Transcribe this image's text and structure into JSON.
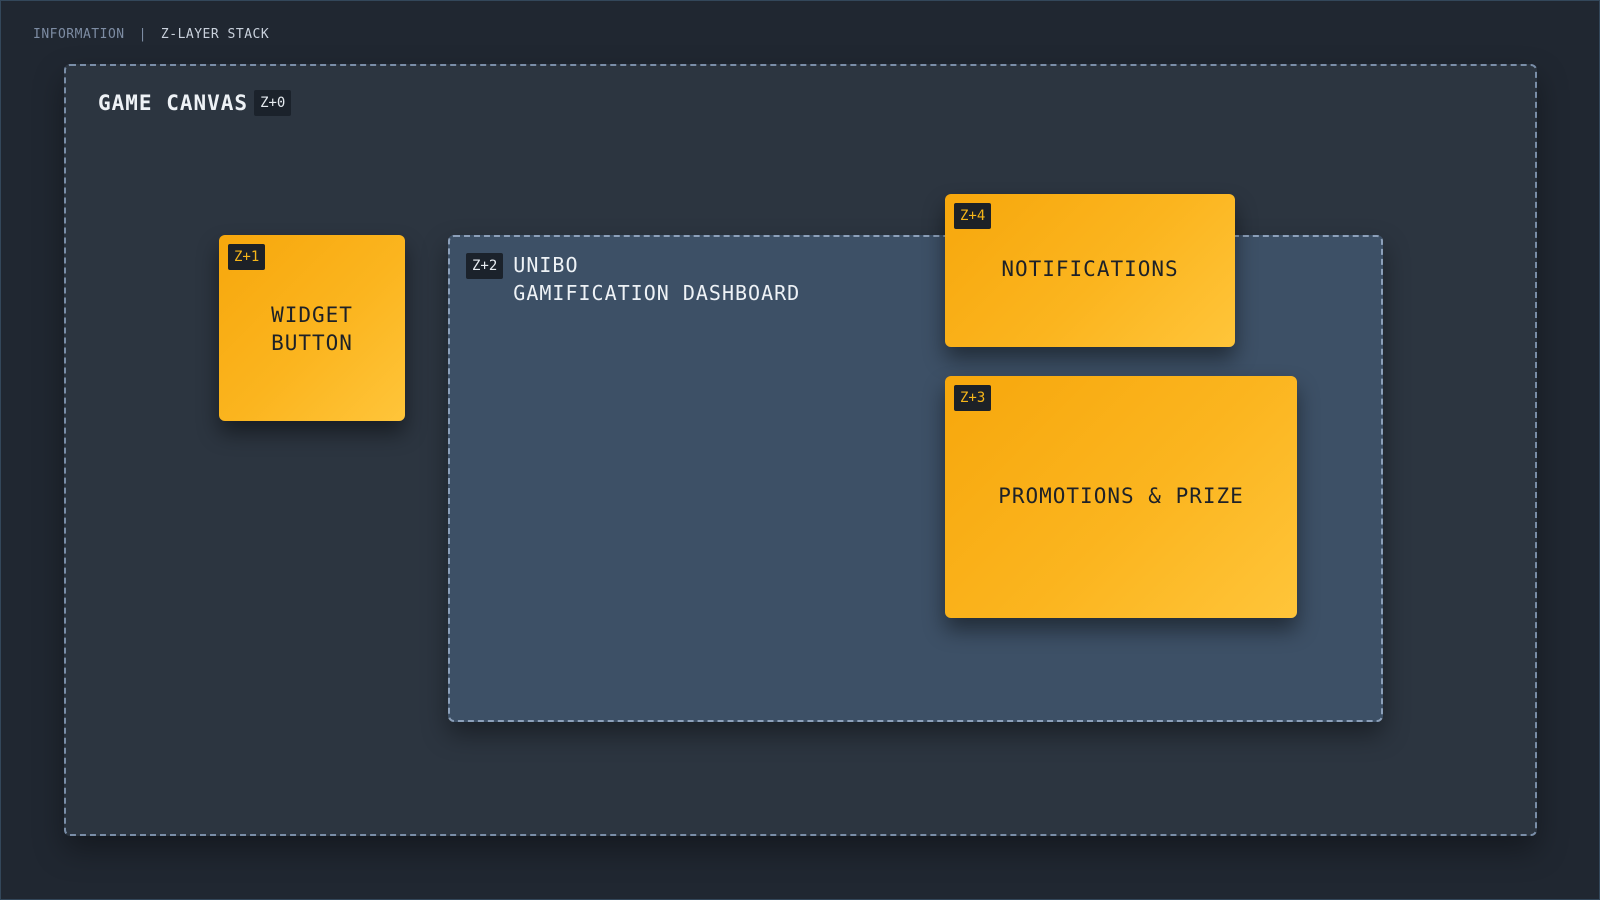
{
  "breadcrumb": {
    "section": "INFORMATION",
    "separator": "|",
    "current": "Z-LAYER STACK"
  },
  "game_canvas": {
    "title": "GAME CANVAS",
    "z_label": "Z+0"
  },
  "dashboard": {
    "z_label": "Z+2",
    "title_line1": "UNIBO",
    "title_line2": "GAMIFICATION DASHBOARD"
  },
  "widget_button": {
    "z_label": "Z+1",
    "label_line1": "WIDGET",
    "label_line2": "BUTTON"
  },
  "notifications": {
    "z_label": "Z+4",
    "label": "NOTIFICATIONS"
  },
  "promotions": {
    "z_label": "Z+3",
    "label": "PROMOTIONS & PRIZE"
  },
  "colors": {
    "background": "#202731",
    "canvas": "#2c3540",
    "dashboard": "#3d5066",
    "accent": "#f7b619",
    "dashed_border": "#7a8ea8"
  }
}
